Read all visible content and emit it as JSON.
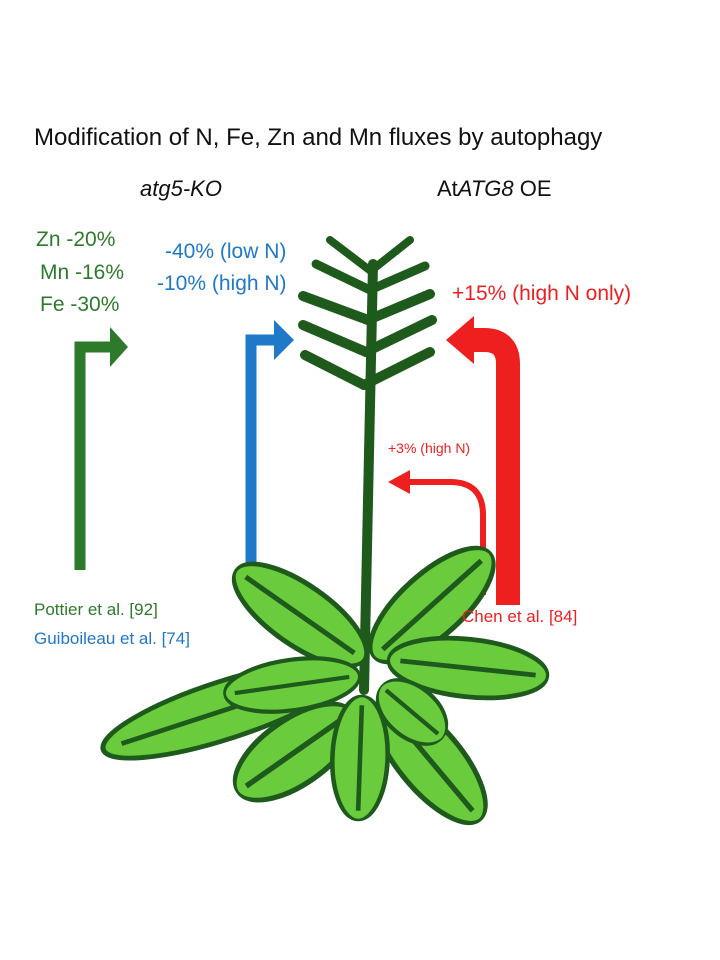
{
  "title": "Modification of N, Fe, Zn and Mn fluxes by autophagy",
  "columns": {
    "left_label": "atg5-KO",
    "right_label_prefix": "At",
    "right_label_gene": "ATG8",
    "right_label_suffix": " OE"
  },
  "green_values": [
    "Zn -20%",
    "Mn -16%",
    "Fe -30%"
  ],
  "blue_values": [
    "-40% (low N)",
    "-10% (high N)"
  ],
  "red_main": "+15% (high N only)",
  "red_small": "+3% (high N)",
  "references": {
    "pottier": "Pottier et al. [92]",
    "guiboileau": "Guiboileau et al. [74]",
    "chen": "Chen et al. [84]"
  },
  "colors": {
    "green_text": "#2e7a2b",
    "blue": "#1f78c8",
    "red": "#ee1f1f",
    "leaf_fill": "#6acb3c",
    "plant_dark": "#1f5a1d"
  },
  "icons": [
    "plant-illustration",
    "arrow-icon"
  ]
}
